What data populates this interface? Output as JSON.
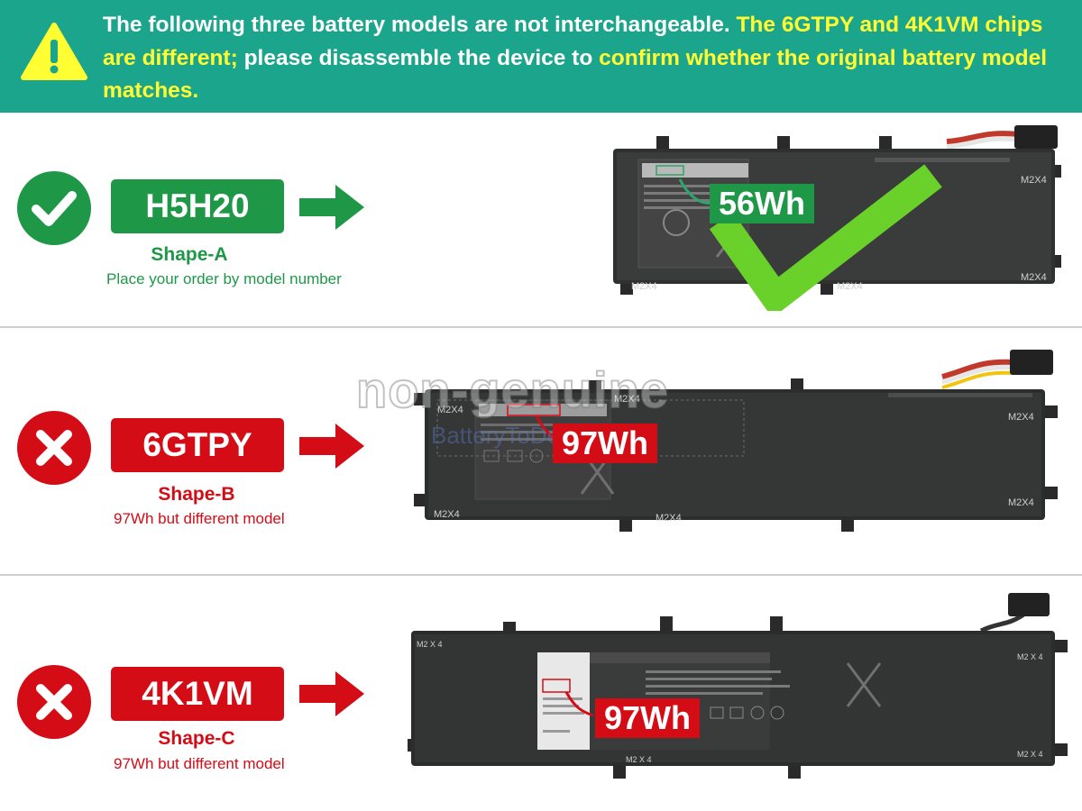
{
  "banner": {
    "part1": "The following three battery models are not interchangeable. ",
    "part2": "The 6GTPY and 4K1VM chips are different;",
    "part3": " please disassemble the device to ",
    "part4": "confirm whether the original battery model matches.",
    "icon": "warning-triangle-icon"
  },
  "colors": {
    "banner_bg": "#1ba58c",
    "highlight": "#ffff33",
    "good": "#1e9847",
    "bad": "#d40c16"
  },
  "rows": [
    {
      "status": "check-circle-icon",
      "model": "H5H20",
      "shape": "Shape-A",
      "note": "Place your order by model number",
      "capacity": "56Wh",
      "screw_labels": [
        "M2X4",
        "M2X4",
        "M2X4",
        "M2X4"
      ]
    },
    {
      "status": "x-circle-icon",
      "model": "6GTPY",
      "shape": "Shape-B",
      "note": "97Wh but different model",
      "capacity": "97Wh",
      "screw_labels": [
        "M2X4",
        "M2X4",
        "M2X4",
        "M2X4",
        "M2X4",
        "M2X4"
      ]
    },
    {
      "status": "x-circle-icon",
      "model": "4K1VM",
      "shape": "Shape-C",
      "note": "97Wh but different model",
      "capacity": "97Wh",
      "screw_labels": [
        "M2 X 4",
        "M2 X 4",
        "M2 X 4",
        "M2 X 4"
      ]
    }
  ],
  "watermark": {
    "main": "non-genuine",
    "sub": "BatteryToDell"
  }
}
